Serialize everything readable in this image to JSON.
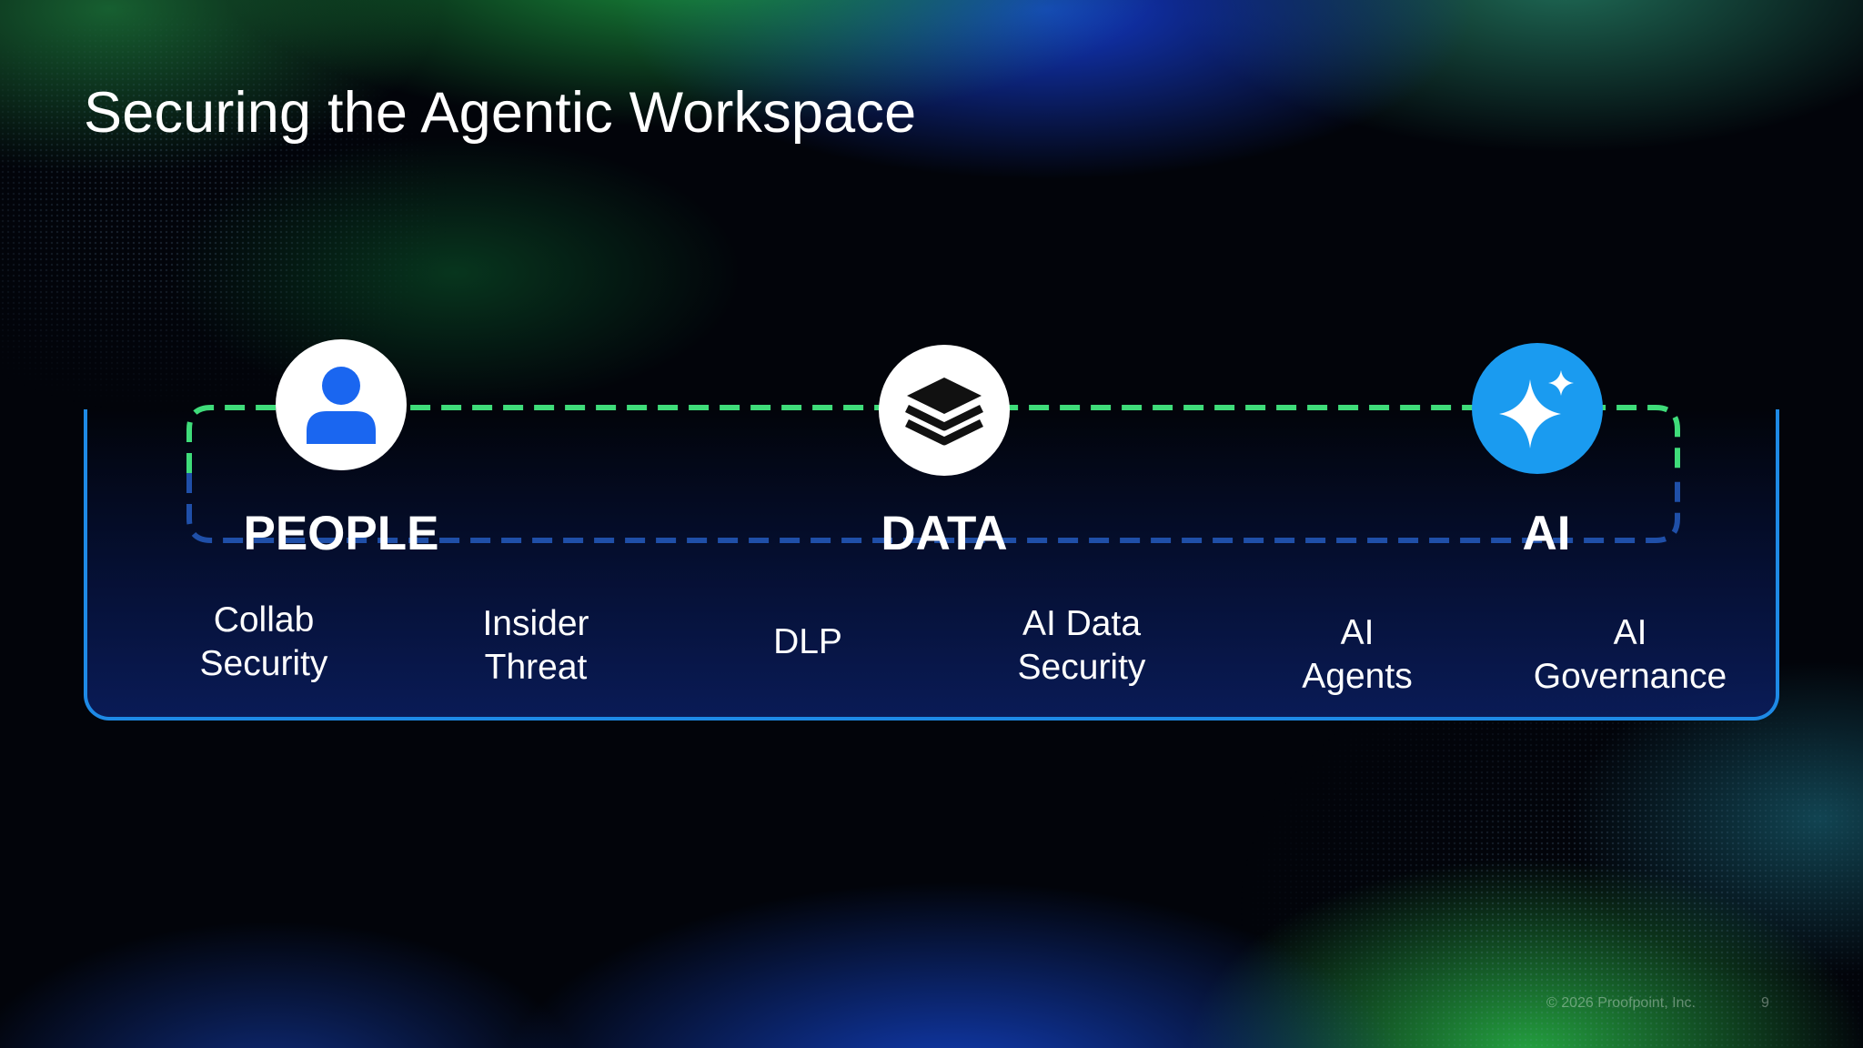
{
  "slide": {
    "title": "Securing the Agentic Workspace"
  },
  "pillars": [
    {
      "label": "PEOPLE",
      "icon": "person-icon"
    },
    {
      "label": "DATA",
      "icon": "stacked-layers-icon"
    },
    {
      "label": "AI",
      "icon": "sparkle-icon"
    }
  ],
  "items": [
    {
      "line1": "Collab",
      "line2": "Security"
    },
    {
      "line1": "Insider",
      "line2": "Threat"
    },
    {
      "line1": "DLP",
      "line2": ""
    },
    {
      "line1": "AI Data",
      "line2": "Security"
    },
    {
      "line1": "AI",
      "line2": "Agents"
    },
    {
      "line1": "AI",
      "line2": "Governance"
    }
  ],
  "footer": {
    "copyright": "© 2026 Proofpoint, Inc.",
    "page_number": "9"
  },
  "colors": {
    "panel_border": "#1e8ae6",
    "dashed_green": "#3fdc7a",
    "dashed_blue": "#1f4fa8",
    "person_icon": "#1a66f0",
    "ai_circle": "#1a9bf0"
  }
}
